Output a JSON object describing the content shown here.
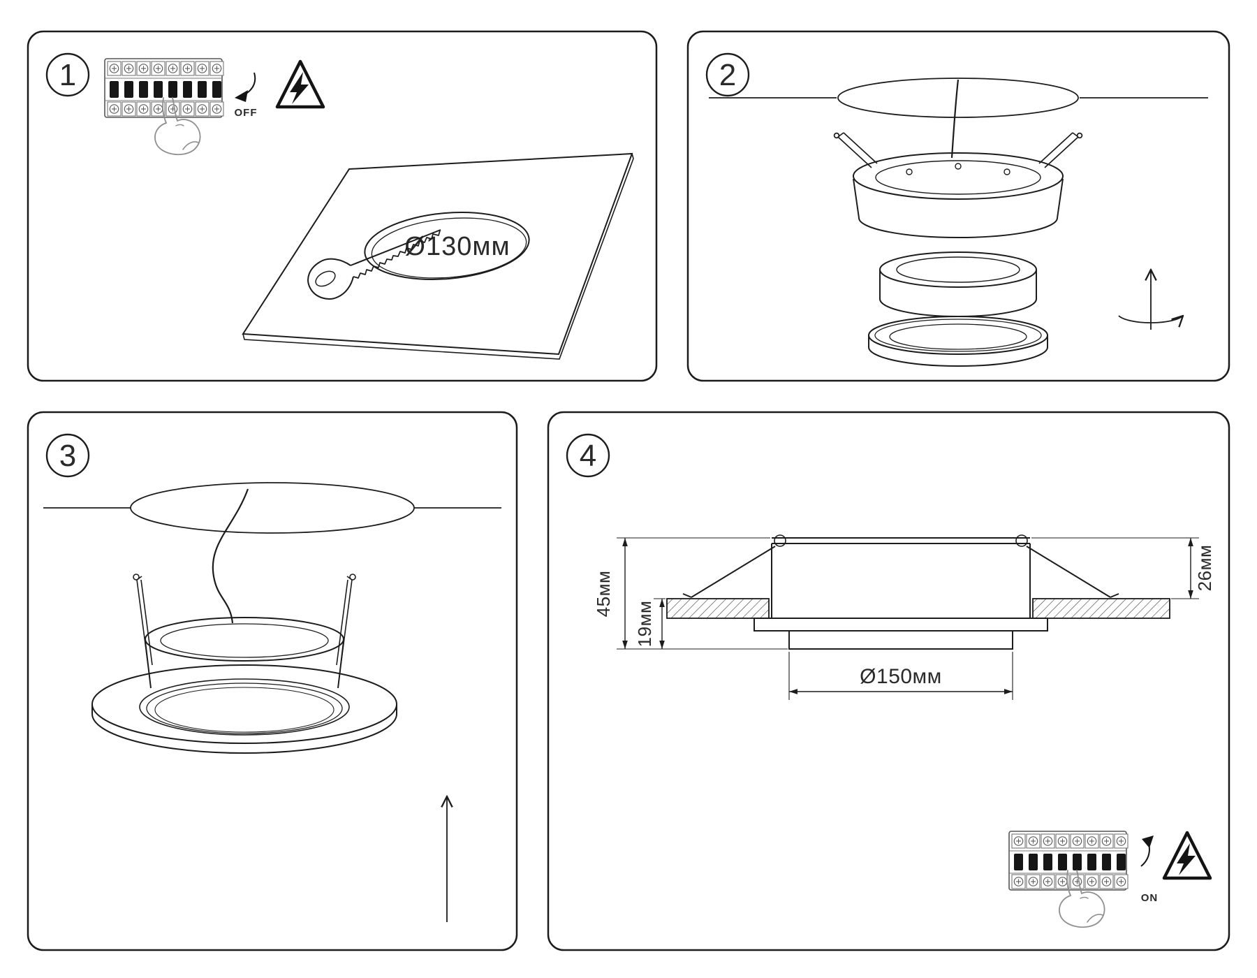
{
  "colors": {
    "line": "#1c1c1c",
    "background": "#ffffff",
    "toggle_fill": "#161616"
  },
  "panels": [
    {
      "badge": "1",
      "labels": {
        "switch": "OFF",
        "hole_diameter": "Ø130мм"
      },
      "icons": [
        "circuit-breaker",
        "pointing-hand",
        "off-arrow",
        "electric-warning",
        "ceiling-tile",
        "cutout-hole",
        "drywall-saw"
      ]
    },
    {
      "badge": "2",
      "labels": {},
      "icons": [
        "ceiling-hole",
        "power-cable",
        "fixture-housing",
        "spring-clip",
        "reflector-ring",
        "trim-ring",
        "rotate-arrow"
      ]
    },
    {
      "badge": "3",
      "labels": {},
      "icons": [
        "ceiling-hole",
        "power-cable",
        "fixture-body",
        "spring-pin",
        "trim-ring",
        "insert-arrow"
      ]
    },
    {
      "badge": "4",
      "labels": {
        "switch": "ON",
        "height_total": "45мм",
        "height_below_ceiling": "19мм",
        "height_above_ceiling": "26мм",
        "diameter": "Ø150мм"
      },
      "icons": [
        "section-view",
        "ceiling-board",
        "spring-arm",
        "dimension-lines",
        "circuit-breaker",
        "pointing-hand",
        "on-arrow",
        "electric-warning"
      ]
    }
  ]
}
